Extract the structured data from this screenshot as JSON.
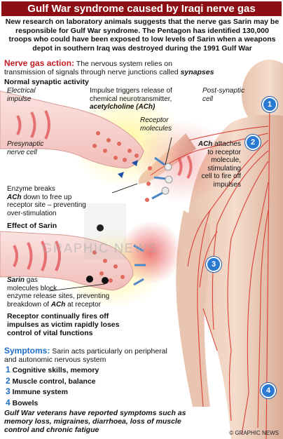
{
  "title": "Gulf War syndrome caused by Iraqi nerve gas",
  "intro": "New research on laboratory animals suggests that the nerve gas Sarin may be responsible for Gulf War syndrome. The Pentagon has identified 130,000 troops who could have been exposed to low levels of Sarin when a weapons depot in southern Iraq was destroyed during the 1991 Gulf War",
  "nerve_gas_action": {
    "heading": "Nerve gas action:",
    "text": "The nervous system relies on transmission of signals through nerve junctions called",
    "term": "synapses"
  },
  "normal": {
    "heading": "Normal synaptic activity",
    "electrical_impulse": [
      "Electrical",
      "impulse"
    ],
    "impulse_triggers": [
      "Impulse triggers release of",
      "chemical neurotransmitter,"
    ],
    "ach_term": "acetylcholine (ACh)",
    "receptor_molecules": [
      "Receptor",
      "molecules"
    ],
    "post_synaptic_cell": [
      "Post-synaptic",
      "cell"
    ],
    "presynaptic_nerve_cell": [
      "Presynaptic",
      "nerve cell"
    ],
    "ach_attaches": {
      "term": "ACh",
      "lines": [
        " attaches",
        "to receptor",
        "molecule,",
        "stimulating",
        "cell to fire off",
        "impulses"
      ]
    },
    "enzyme": {
      "line1": "Enzyme breaks",
      "term": "ACh",
      "line2": " down to free up",
      "line3": "receptor site – preventing",
      "line4": "over-stimulation"
    }
  },
  "sarin": {
    "heading": "Effect of Sarin",
    "term": "Sarin",
    "lines": [
      " gas",
      "molecules block",
      "enzyme release sites, preventing",
      "breakdown of "
    ],
    "ach_term": "ACh",
    "at_receptor": " at receptor",
    "receptor_fires": [
      "Receptor continually fires off",
      "impulses as victim rapidly loses",
      "control of vital functions"
    ]
  },
  "watermark": "GRAPHIC NEWS",
  "symptoms": {
    "heading": "Symptoms:",
    "text": "Sarin acts particularly on peripheral and autonomic nervous system",
    "items": [
      {
        "num": "1",
        "label": "Cognitive skills, memory"
      },
      {
        "num": "2",
        "label": "Muscle control, balance"
      },
      {
        "num": "3",
        "label": "Immune system"
      },
      {
        "num": "4",
        "label": "Bowels"
      }
    ],
    "veterans": "Gulf War veterans have reported symptoms such as memory loss, migraines, diarrhoea, loss of muscle control and chronic fatigue"
  },
  "body_badges": [
    "1",
    "2",
    "3",
    "4"
  ],
  "copyright": "© GRAPHIC NEWS",
  "colors": {
    "title_bg": "#8b0f14",
    "accent_red": "#c21d23",
    "badge_blue": "#2a7ad1",
    "skin": "#f1d3bf",
    "nerve": "#d8322b"
  }
}
